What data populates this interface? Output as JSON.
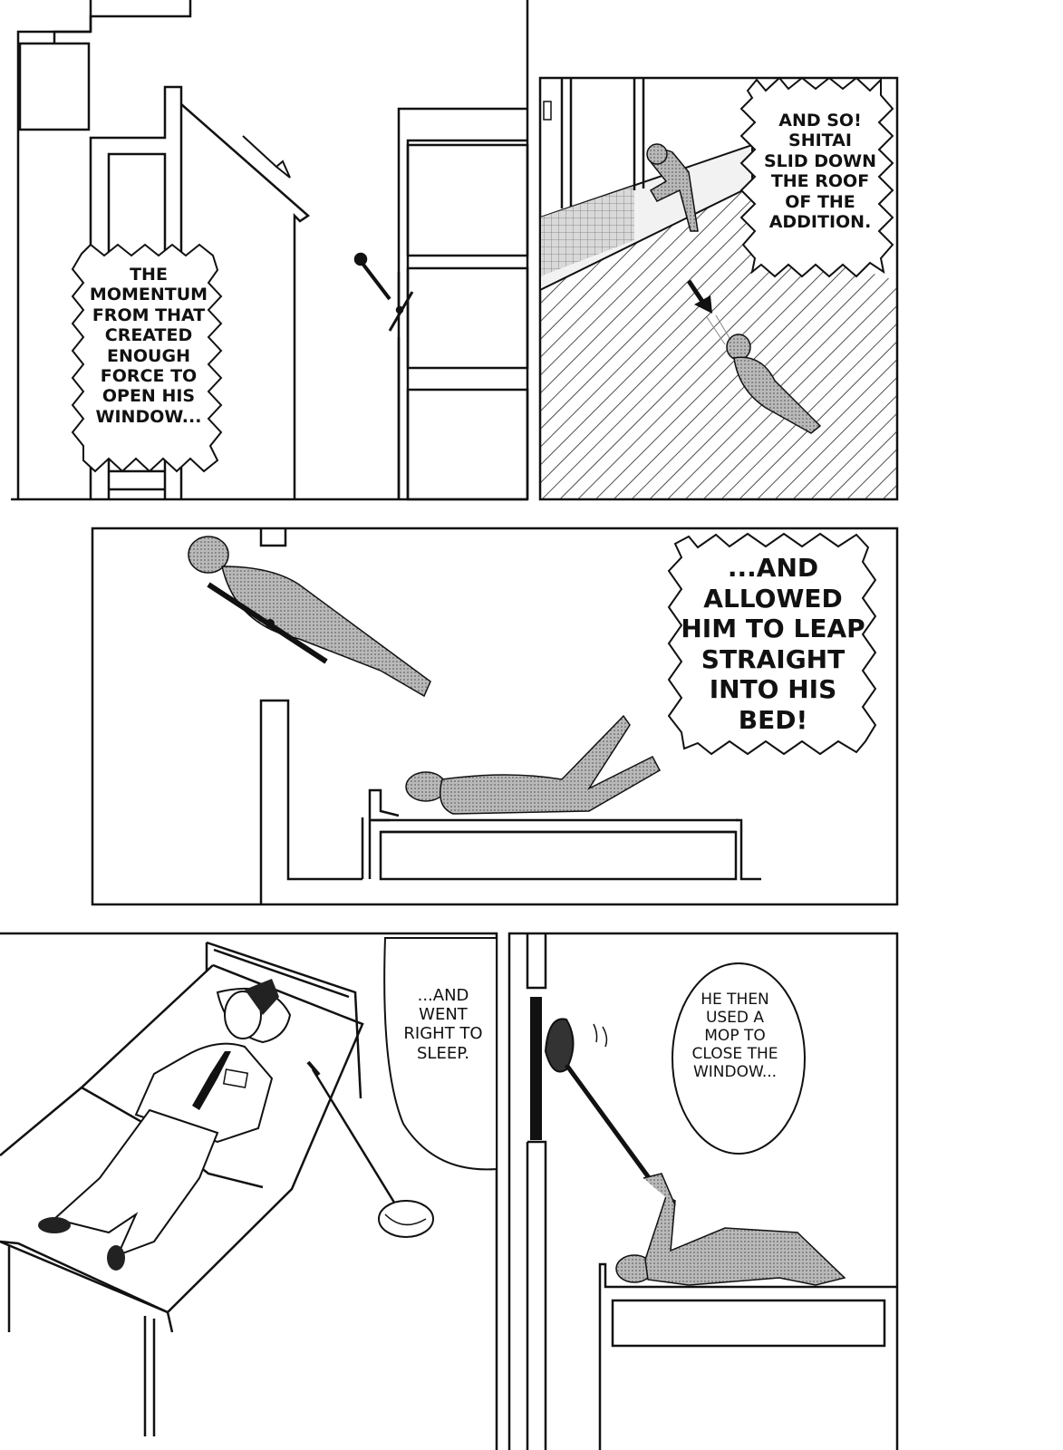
{
  "captions": {
    "momentum": [
      "THE",
      "MOMENTUM",
      "FROM THAT",
      "CREATED",
      "ENOUGH",
      "FORCE TO",
      "OPEN HIS",
      "WINDOW..."
    ],
    "slid": [
      "AND SO!",
      "SHITAI",
      "SLID DOWN",
      "THE ROOF",
      "OF THE",
      "ADDITION."
    ],
    "leap": [
      "...AND",
      "ALLOWED",
      "HIM TO LEAP",
      "STRAIGHT",
      "INTO HIS",
      "BED!"
    ],
    "sleep": [
      "...AND",
      "WENT",
      "RIGHT TO",
      "SLEEP."
    ],
    "mop": [
      "HE THEN",
      "USED A",
      "MOP TO",
      "CLOSE THE",
      "WINDOW..."
    ]
  }
}
